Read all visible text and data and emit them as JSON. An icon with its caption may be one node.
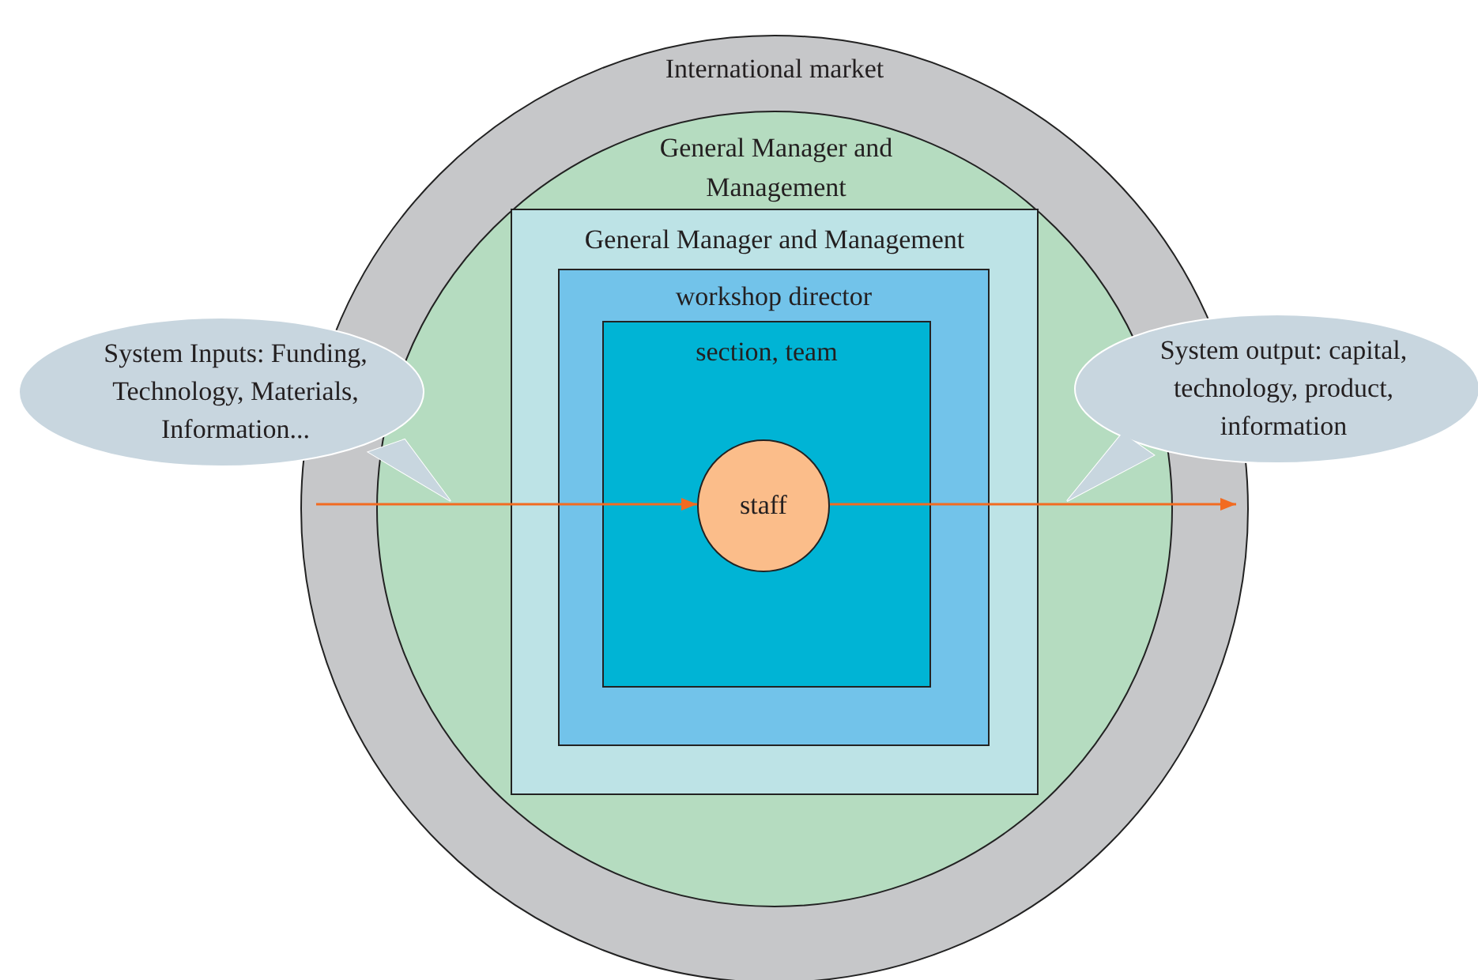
{
  "diagram": {
    "nodes": [
      {
        "text": [
          "International market"
        ]
      },
      {
        "text": [
          "General Manager and Management"
        ],
        "in": 0
      },
      {
        "text": [
          "General Manager and Management"
        ],
        "in": 1
      },
      {
        "text": [
          "workshop director"
        ],
        "in": 2
      },
      {
        "text": [
          "section, team"
        ],
        "in": 3
      },
      {
        "text": [
          "staff"
        ],
        "in": 4
      },
      {
        "text": [
          "System Inputs: Funding, Technology, Materials, Information..."
        ]
      },
      {
        "text": [
          "System output: capital, technology, product, information"
        ]
      }
    ],
    "edges": [
      {
        "from": null,
        "to": 5,
        "arrow": "to"
      },
      {
        "from": 5,
        "to": null,
        "arrow": "to"
      }
    ]
  }
}
